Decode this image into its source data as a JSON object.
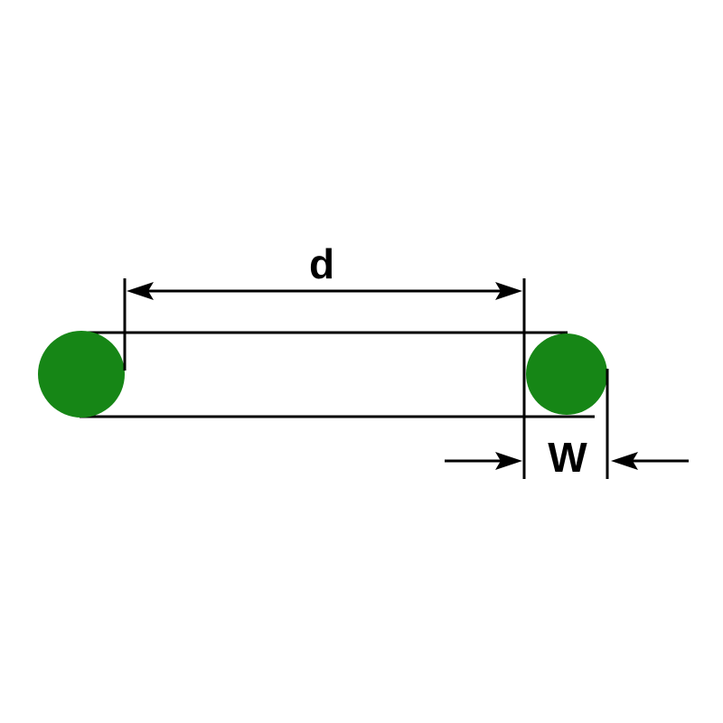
{
  "diagram": {
    "title": "o-ring-dimension-diagram",
    "labels": {
      "inner_diameter": "d",
      "cross_section_width": "W"
    },
    "colors": {
      "ring_fill": "#168616",
      "line": "#000000",
      "background": "#ffffff"
    }
  }
}
